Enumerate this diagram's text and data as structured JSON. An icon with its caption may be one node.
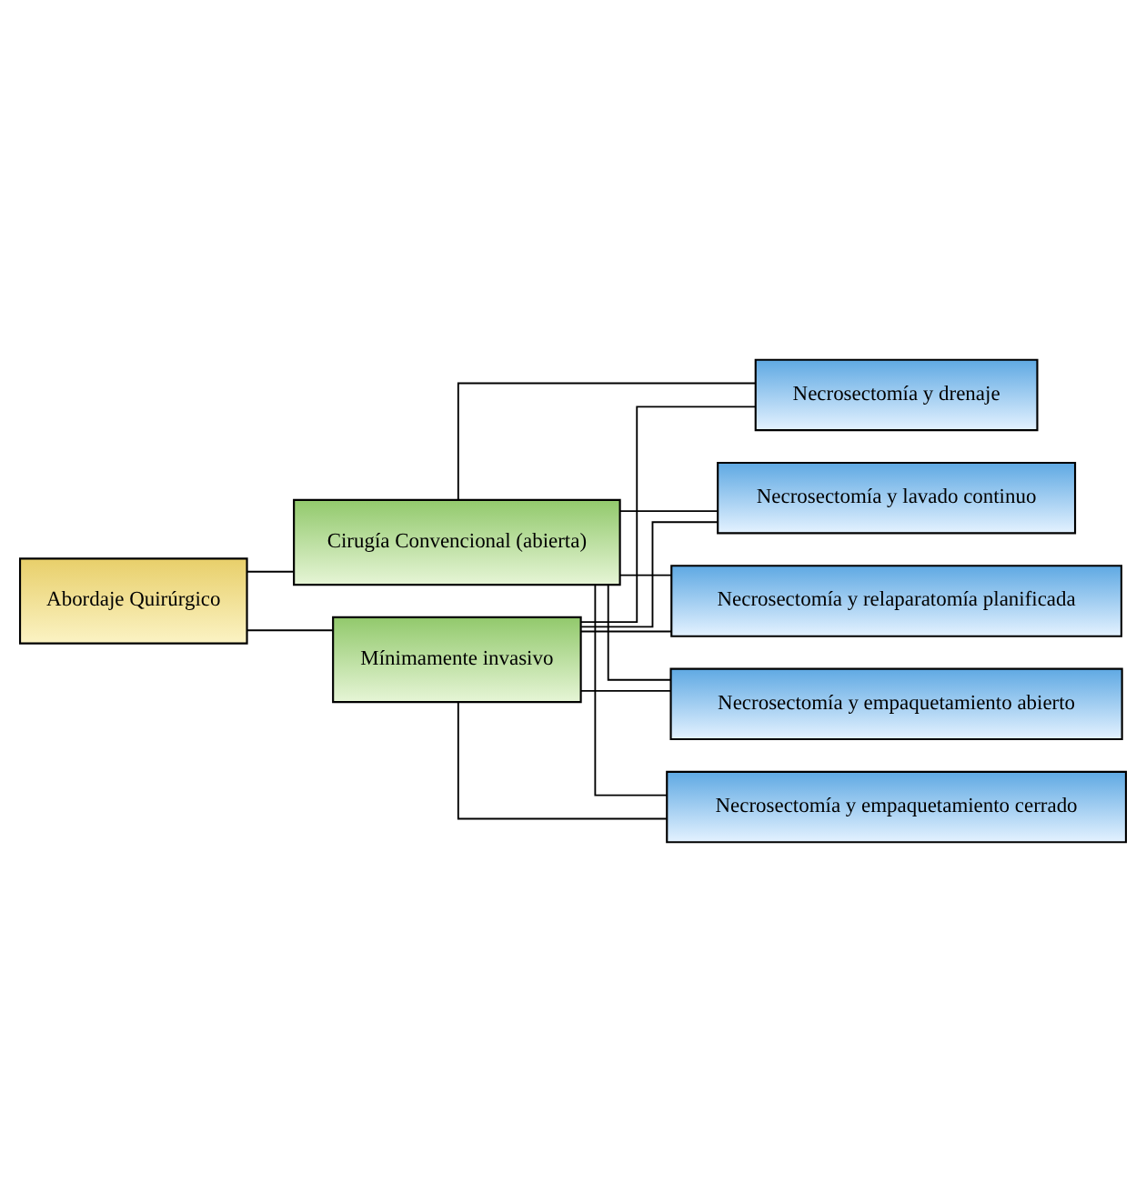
{
  "diagram": {
    "nodes": [
      {
        "text": [
          "Abordaje Quirúrgico"
        ]
      },
      {
        "text": [
          "Cirugía Convencional (abierta)"
        ]
      },
      {
        "text": [
          "Mínimamente invasivo"
        ]
      },
      {
        "text": [
          "Necrosectomía y lavado continuo"
        ]
      },
      {
        "text": [
          "Necrosectomía y relaparatomía planificada"
        ]
      },
      {
        "text": [
          "Necrosectomía y empaquetamiento abierto"
        ]
      },
      {
        "text": [
          "Necrosectomía y empaquetamiento cerrado"
        ]
      },
      {
        "text": [
          "Necrosectomía y drenaje"
        ]
      }
    ],
    "edges": [
      {
        "from": 0,
        "to": 1,
        "arrow": "none"
      },
      {
        "from": 0,
        "to": 2,
        "arrow": "none"
      },
      {
        "from": 1,
        "to": 3,
        "arrow": "none"
      },
      {
        "from": 1,
        "to": 4,
        "arrow": "none"
      },
      {
        "from": 1,
        "to": 5,
        "arrow": "none"
      },
      {
        "from": 1,
        "to": 6,
        "arrow": "none"
      },
      {
        "from": 1,
        "to": 7,
        "arrow": "none"
      },
      {
        "from": 2,
        "to": 3,
        "arrow": "none"
      },
      {
        "from": 2,
        "to": 4,
        "arrow": "none"
      },
      {
        "from": 2,
        "to": 5,
        "arrow": "none"
      },
      {
        "from": 2,
        "to": 6,
        "arrow": "none"
      },
      {
        "from": 2,
        "to": 7,
        "arrow": "none"
      }
    ]
  }
}
